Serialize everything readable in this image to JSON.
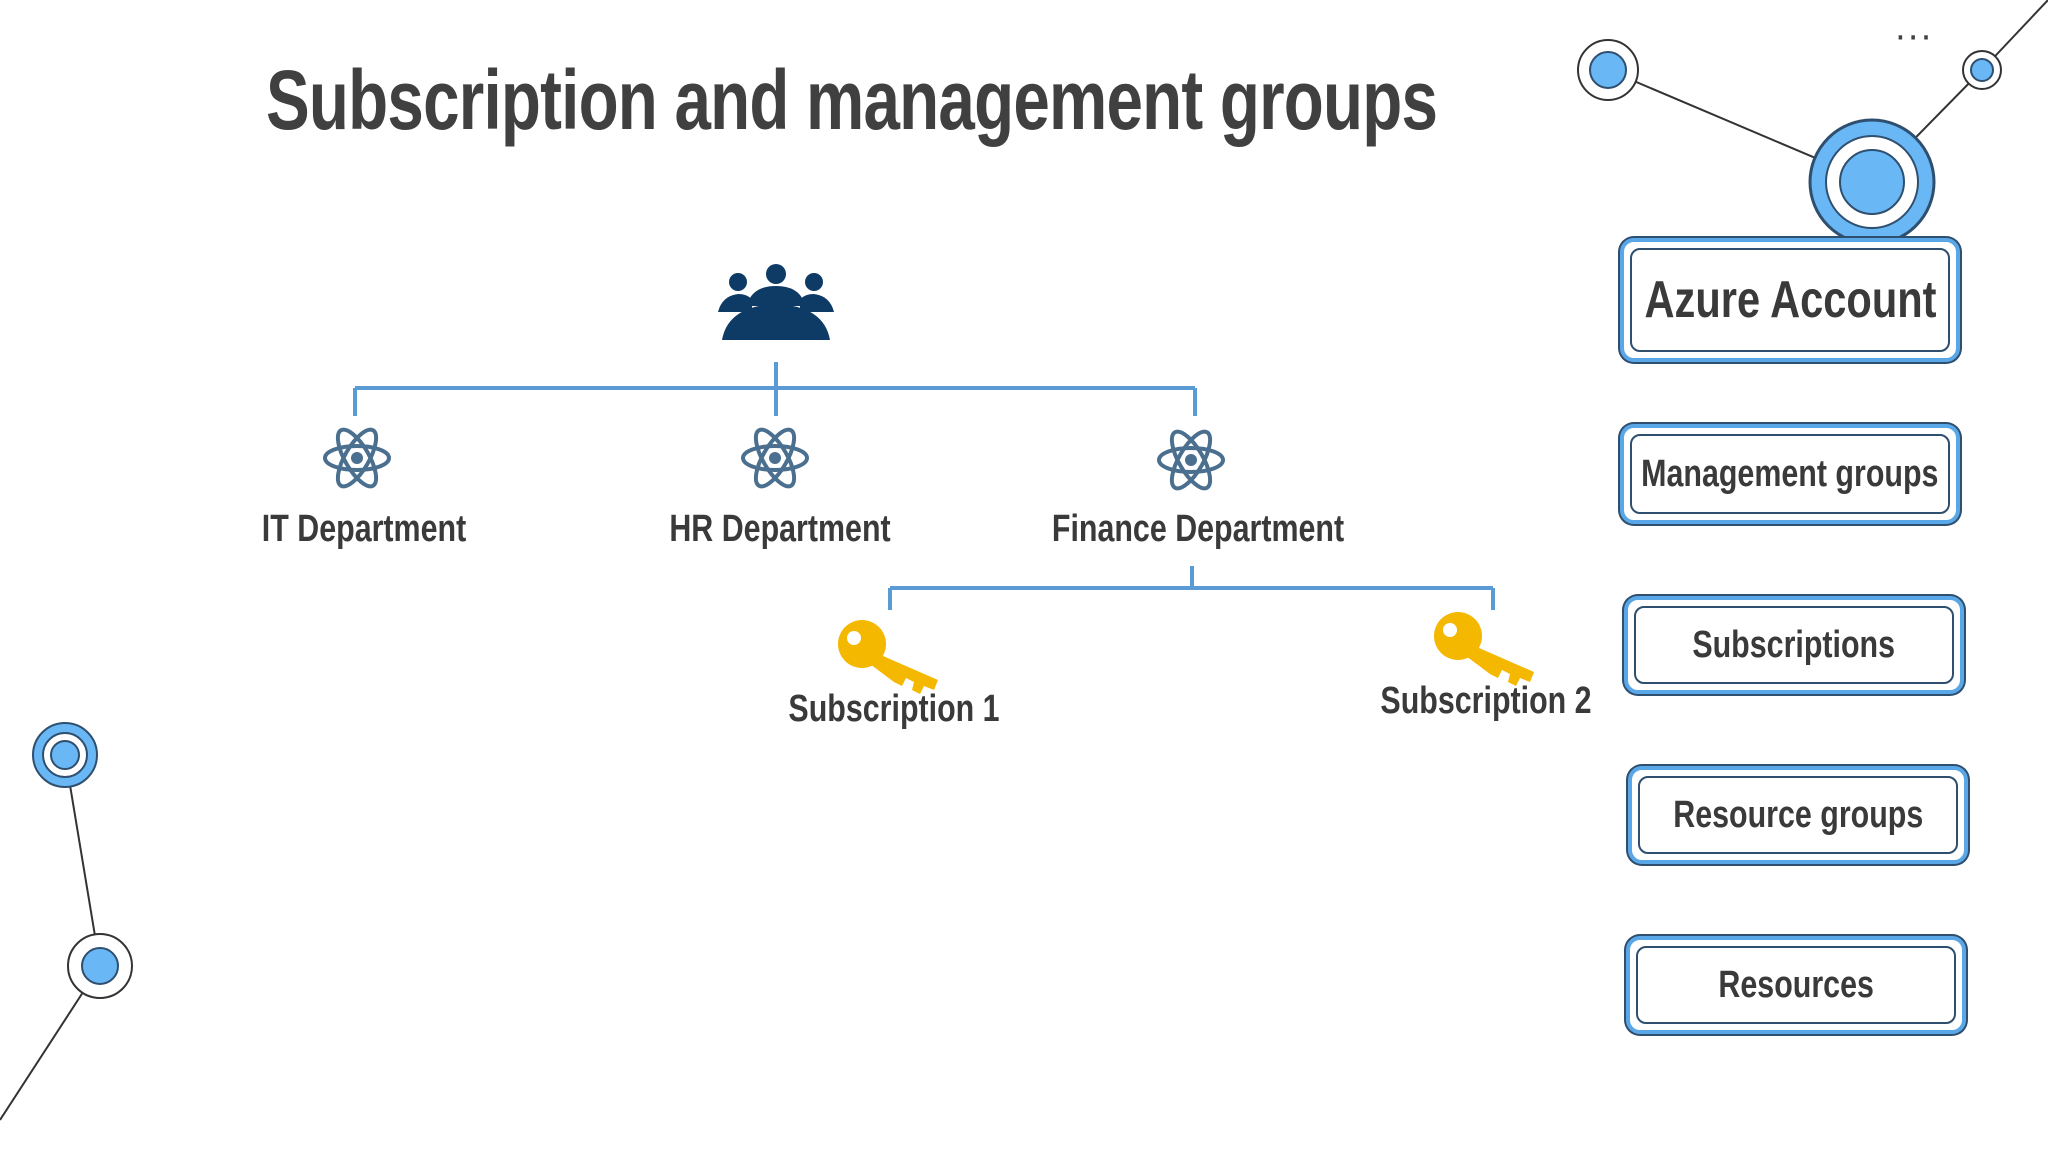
{
  "title": "Subscription and management groups",
  "menu_label": "···",
  "org": {
    "icon": "people-group-icon",
    "departments": [
      {
        "label": "IT Department",
        "icon": "atom-icon"
      },
      {
        "label": "HR Department",
        "icon": "atom-icon"
      },
      {
        "label": "Finance Department",
        "icon": "atom-icon"
      }
    ],
    "subscriptions": [
      {
        "label": "Subscription 1",
        "icon": "key-icon"
      },
      {
        "label": "Subscription 2",
        "icon": "key-icon"
      }
    ]
  },
  "hierarchy": [
    {
      "label": "Azure Account"
    },
    {
      "label": "Management groups"
    },
    {
      "label": "Subscriptions"
    },
    {
      "label": "Resource groups"
    },
    {
      "label": "Resources"
    }
  ],
  "colors": {
    "title": "#404040",
    "connector": "#5b9bd5",
    "icon_navy": "#0e3a66",
    "icon_atom": "#4a6f8f",
    "key": "#f5b800",
    "accent": "#5aa7e8"
  }
}
